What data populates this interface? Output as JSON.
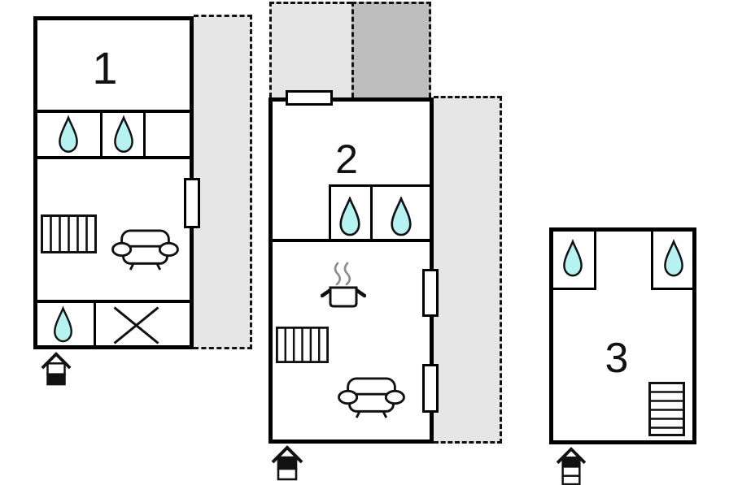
{
  "plan": {
    "type": "floor-plan",
    "units": [
      {
        "label": "1",
        "water_drops": 3,
        "has_radiator": true,
        "has_sofa": true,
        "has_cross_marker": true,
        "doors": 1,
        "entrance_marker": "lower-band-filled"
      },
      {
        "label": "2",
        "water_drops": 2,
        "has_radiator": true,
        "has_sofa": true,
        "has_stove": true,
        "doors": 2,
        "windows": 1,
        "entrance_marker": "upper-band-filled"
      },
      {
        "label": "3",
        "water_drops": 2,
        "has_stairs": true,
        "entrance_marker": "top-band-of-three-filled"
      }
    ]
  },
  "colors": {
    "wall": "#000000",
    "water_drop_fill": "#b5f2f0",
    "terrace_light": "#e6e6e6",
    "terrace_dark": "#bdbdbd",
    "steam": "#8c8c8c",
    "background": "#ffffff"
  },
  "icons": {
    "water-drop-icon": "teardrop",
    "radiator-icon": "rect-with-vertical-stripes",
    "stairs-icon": "rect-with-horizontal-stripes",
    "sofa-icon": "sofa-front-view",
    "stove-icon": "pot-with-steam",
    "cross-icon": "x-diagonals",
    "entrance-arrow-icon": "house-shaped-arrow",
    "door-icon": "white-rect-on-wall",
    "window-icon": "white-rect-on-wall"
  }
}
